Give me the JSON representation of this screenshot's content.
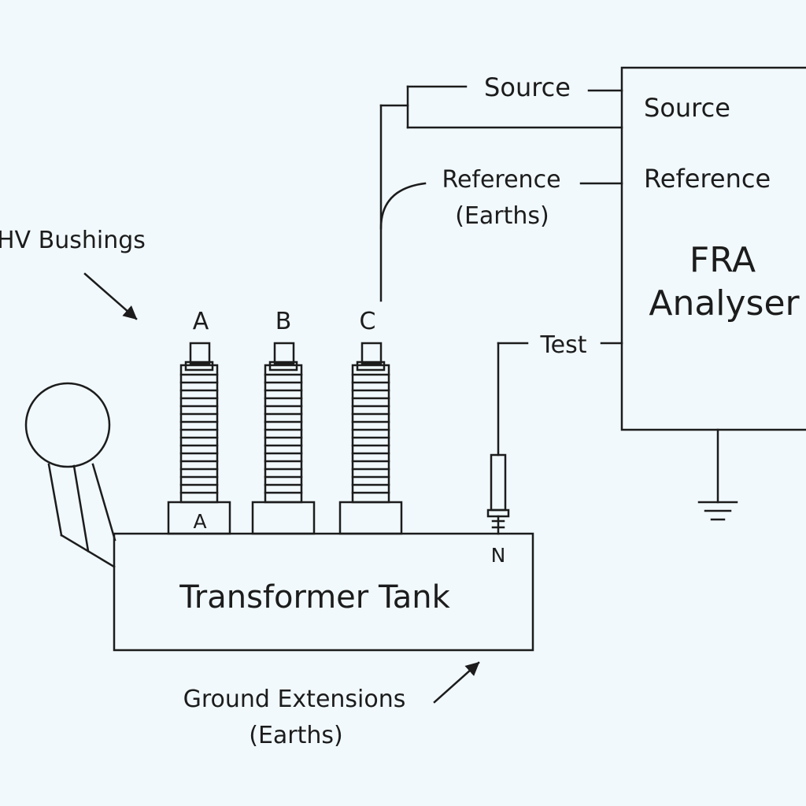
{
  "labels": {
    "hv_bushings": "HV Bushings",
    "phase_a": "A",
    "phase_b": "B",
    "phase_c": "C",
    "base_a": "A",
    "neutral": "N",
    "tank": "Transformer Tank",
    "source_wire": "Source",
    "reference_wire_line1": "Reference",
    "reference_wire_line2": "(Earths)",
    "test_wire": "Test",
    "analyser_source": "Source",
    "analyser_reference": "Reference",
    "analyser_title_line1": "FRA",
    "analyser_title_line2": "Analyser",
    "ground_line1": "Ground Extensions",
    "ground_line2": "(Earths)"
  },
  "colors": {
    "background": "#f1f9fc",
    "line": "#1c1c1c"
  }
}
